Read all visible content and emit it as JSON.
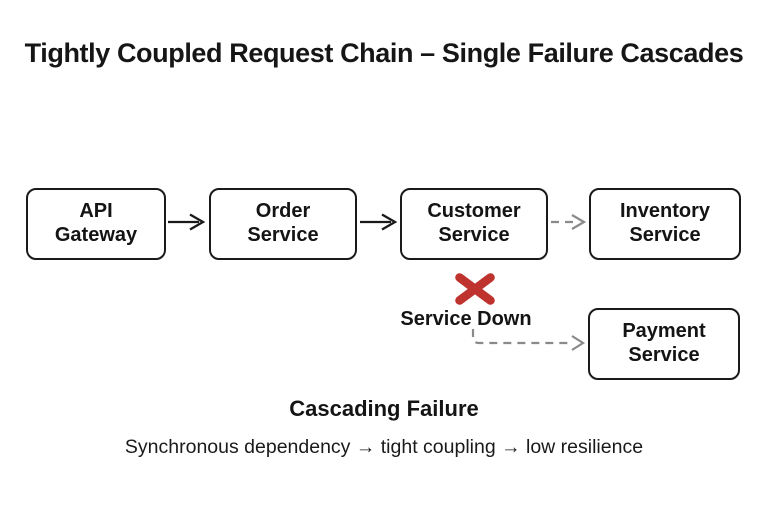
{
  "title": "Tightly Coupled Request Chain – Single Failure Cascades",
  "nodes": [
    {
      "id": "api-gateway",
      "line1": "API",
      "line2": "Gateway"
    },
    {
      "id": "order-service",
      "line1": "Order",
      "line2": "Service"
    },
    {
      "id": "customer-service",
      "line1": "Customer",
      "line2": "Service"
    },
    {
      "id": "inventory-service",
      "line1": "Inventory",
      "line2": "Service"
    },
    {
      "id": "payment-service",
      "line1": "Payment",
      "line2": "Service"
    }
  ],
  "failure": {
    "icon": "x-mark-icon",
    "label": "Service Down",
    "color": "#bf332e"
  },
  "caption": {
    "heading": "Cascading Failure",
    "subtext": "Synchronous dependency → tight coupling → low resilience"
  },
  "colors": {
    "background": "#ffffff",
    "text": "#141414",
    "box_border": "#1a1a1a",
    "solid_arrow": "#1a1a1a",
    "dashed_arrow": "#8a8a8a",
    "failure_red": "#bf332e"
  }
}
